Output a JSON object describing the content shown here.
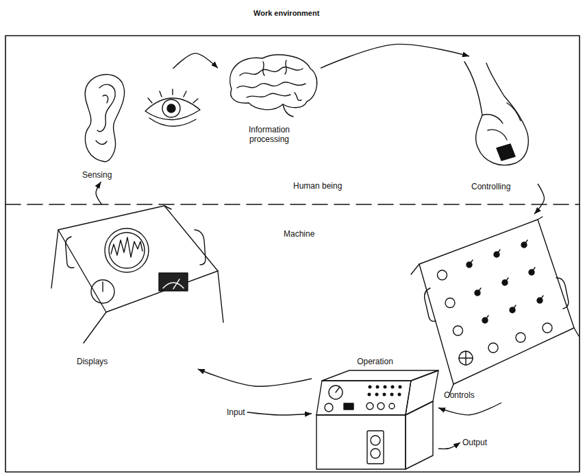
{
  "diagram": {
    "title": "Work environment",
    "nodes": [
      {
        "text": [
          "Sensing"
        ]
      },
      {
        "text": [
          "Information processing"
        ]
      },
      {
        "text": [
          "Controlling"
        ]
      },
      {
        "text": [
          "Controls"
        ]
      },
      {
        "text": [
          "Operation"
        ]
      },
      {
        "text": [
          "Displays"
        ]
      },
      {
        "text": [
          "Input"
        ]
      },
      {
        "text": [
          "Output"
        ]
      }
    ],
    "edges": [
      {
        "from": 0,
        "to": 1,
        "arrow": "to"
      },
      {
        "from": 1,
        "to": 2,
        "arrow": "to"
      },
      {
        "from": 2,
        "to": 3,
        "arrow": "to"
      },
      {
        "from": 3,
        "to": 4,
        "arrow": "to"
      },
      {
        "from": 4,
        "to": 5,
        "arrow": "to"
      },
      {
        "from": 5,
        "to": 0,
        "arrow": "to"
      },
      {
        "from": 6,
        "to": 4,
        "arrow": "to"
      },
      {
        "from": 4,
        "to": 7,
        "arrow": "to"
      }
    ],
    "labels": [
      "Human being",
      "Machine"
    ]
  }
}
